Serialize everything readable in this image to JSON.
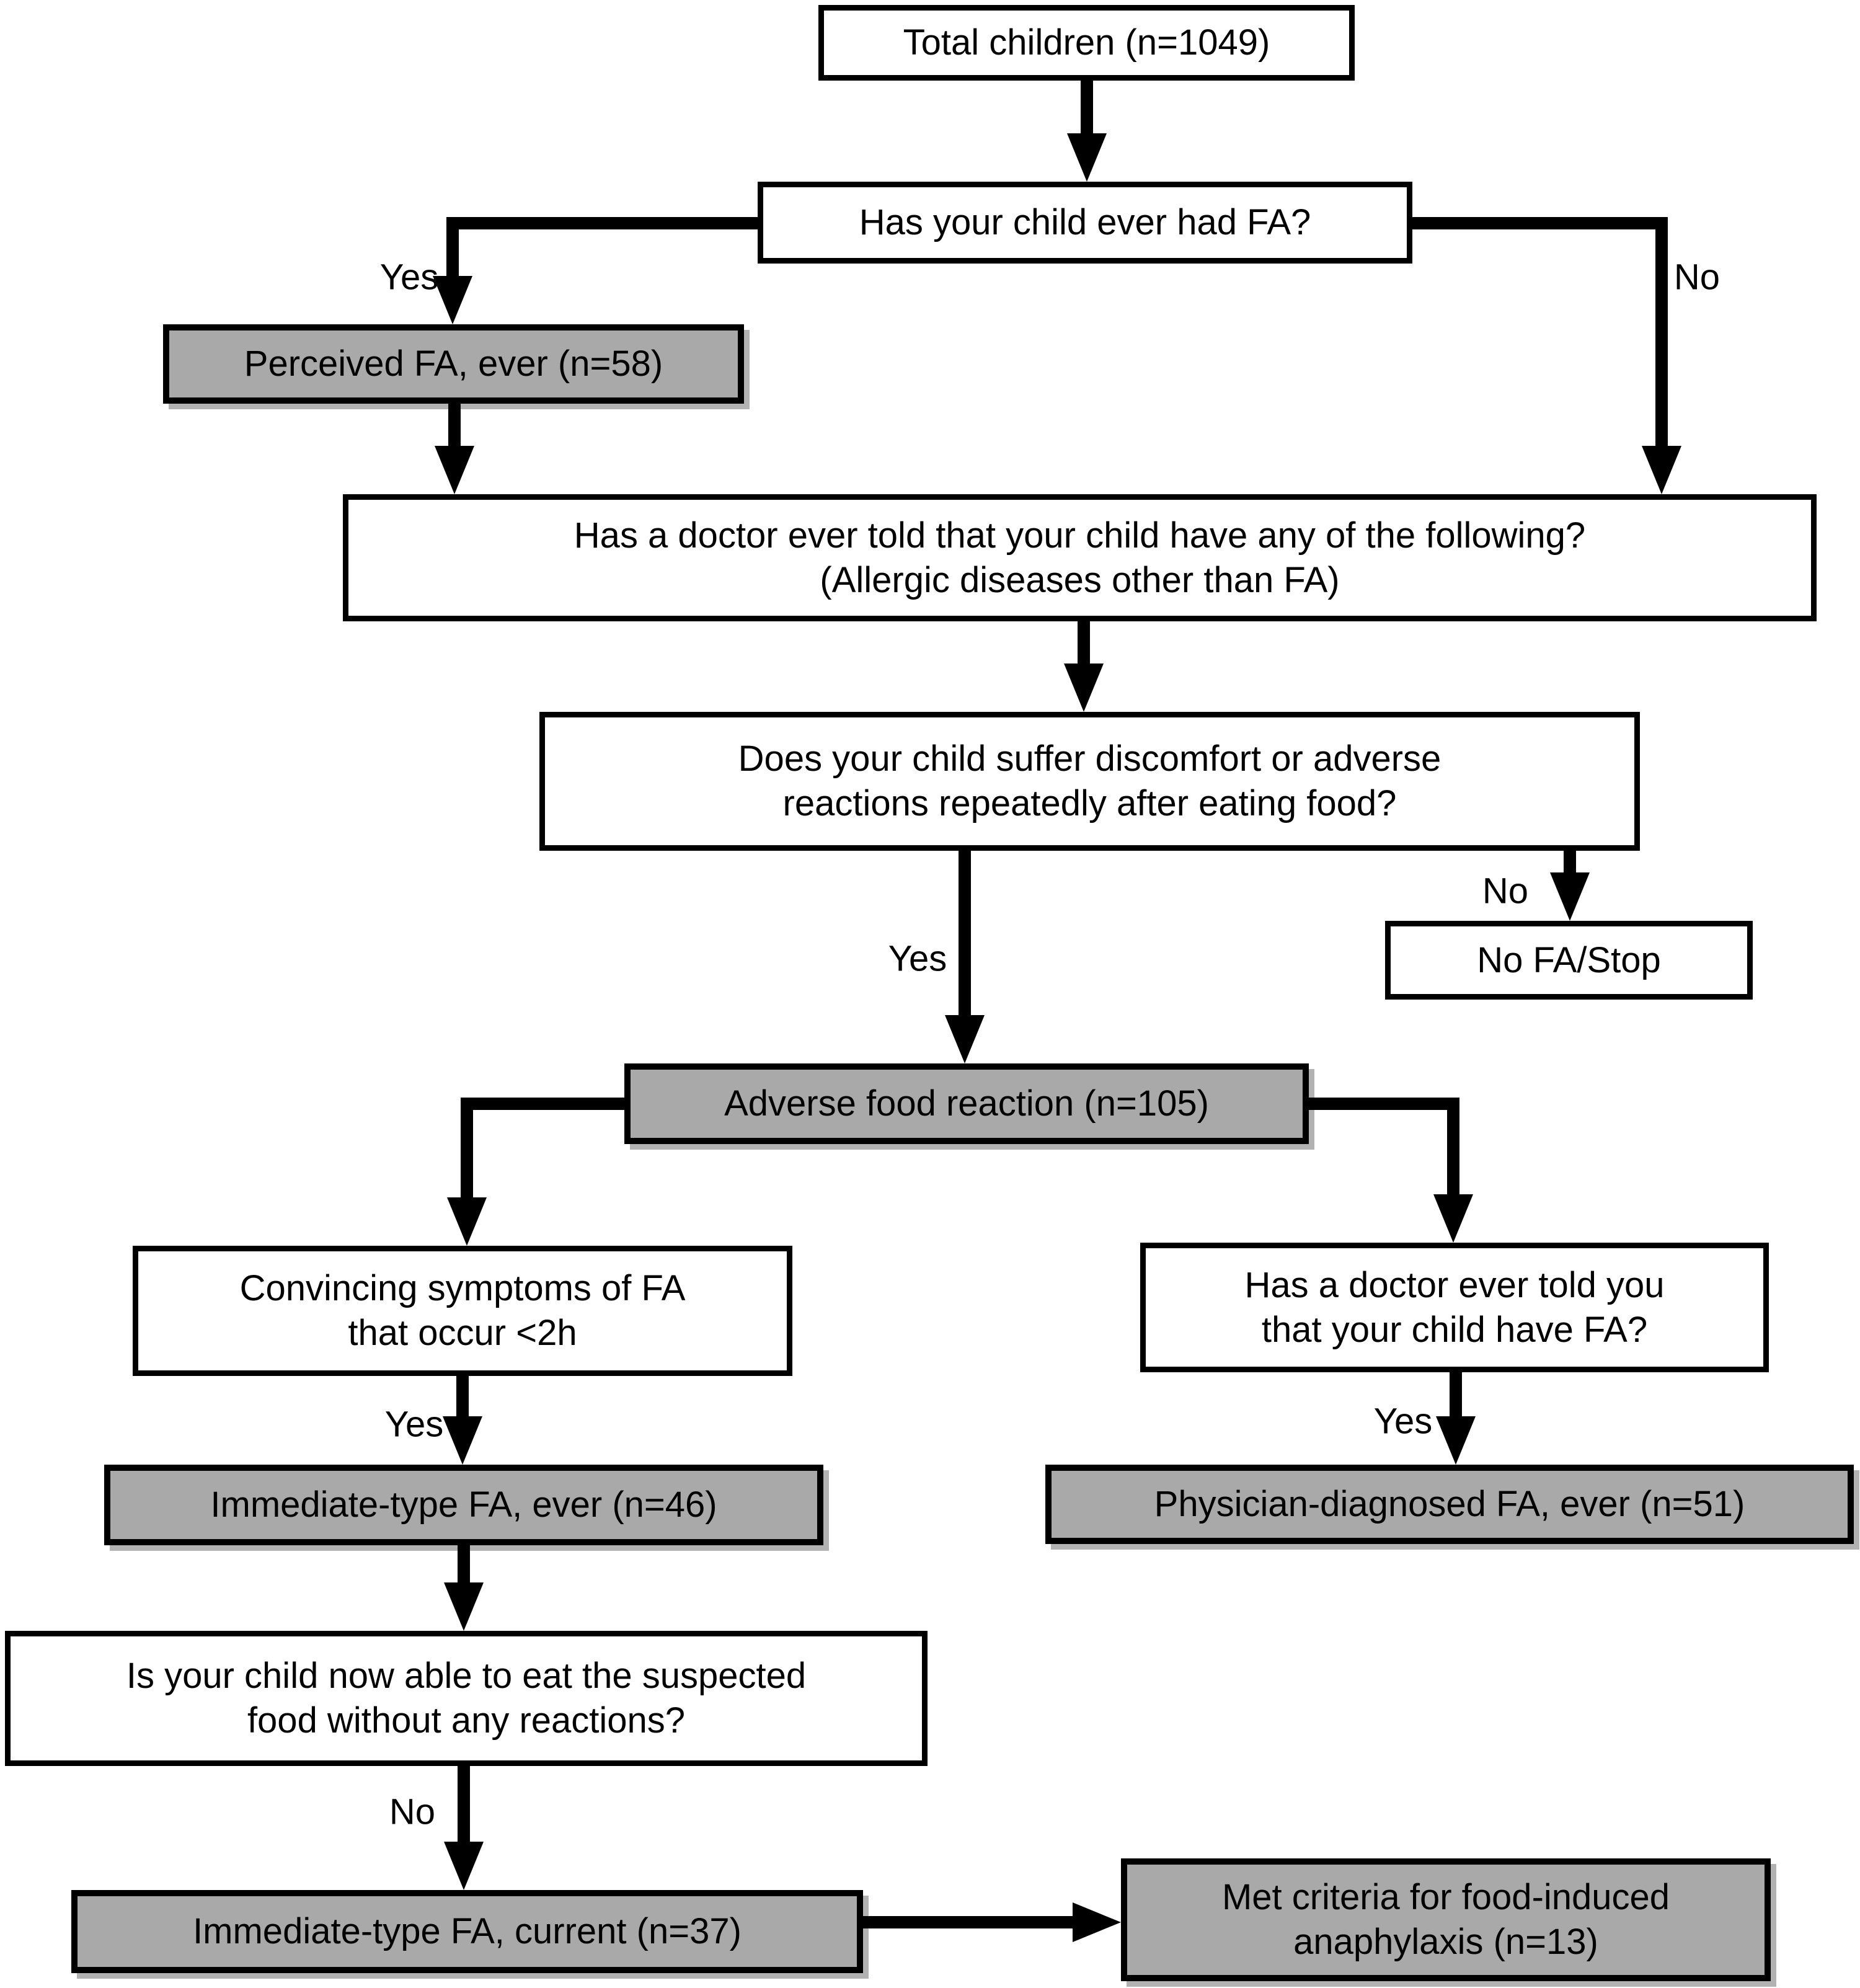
{
  "figure": {
    "type": "flowchart",
    "background": "#ffffff",
    "box_white_fill": "#ffffff",
    "box_gray_fill": "#a9a9a9",
    "border_color": "#000000",
    "text_color": "#000000"
  },
  "boxes": {
    "total_children": {
      "text": "Total children (n=1049)"
    },
    "ever_had_fa": {
      "text": "Has your child ever had FA?"
    },
    "perceived_fa": {
      "text": "Perceived FA, ever (n=58)"
    },
    "doctor_told_allergic": {
      "line1": "Has a doctor ever told that your child have any of the following?",
      "line2": "(Allergic diseases other than FA)"
    },
    "discomfort_after_food": {
      "line1": "Does your child suffer discomfort or adverse",
      "line2": "reactions repeatedly after eating food?"
    },
    "no_fa_stop": {
      "text": "No FA/Stop"
    },
    "adverse_food_reaction": {
      "text": "Adverse food reaction (n=105)"
    },
    "convincing_symptoms": {
      "line1": "Convincing symptoms of FA",
      "line2": "that occur <2h"
    },
    "doctor_told_fa": {
      "line1": "Has a doctor ever told you",
      "line2": "that your child have FA?"
    },
    "immediate_fa_ever": {
      "text": "Immediate-type FA, ever (n=46)"
    },
    "physician_diagnosed_fa": {
      "text": "Physician-diagnosed FA, ever (n=51)"
    },
    "able_to_eat_suspected": {
      "line1": "Is your child now able to eat the suspected",
      "line2": "food without any reactions?"
    },
    "immediate_fa_current": {
      "text": "Immediate-type FA, current (n=37)"
    },
    "met_criteria_anaphylaxis": {
      "line1": "Met criteria for food-induced",
      "line2": "anaphylaxis (n=13)"
    }
  },
  "labels": {
    "yes_ever_had_fa": "Yes",
    "no_ever_had_fa": "No",
    "yes_discomfort": "Yes",
    "no_discomfort": "No",
    "yes_convincing": "Yes",
    "yes_doctor_told": "Yes",
    "no_able_to_eat": "No"
  }
}
